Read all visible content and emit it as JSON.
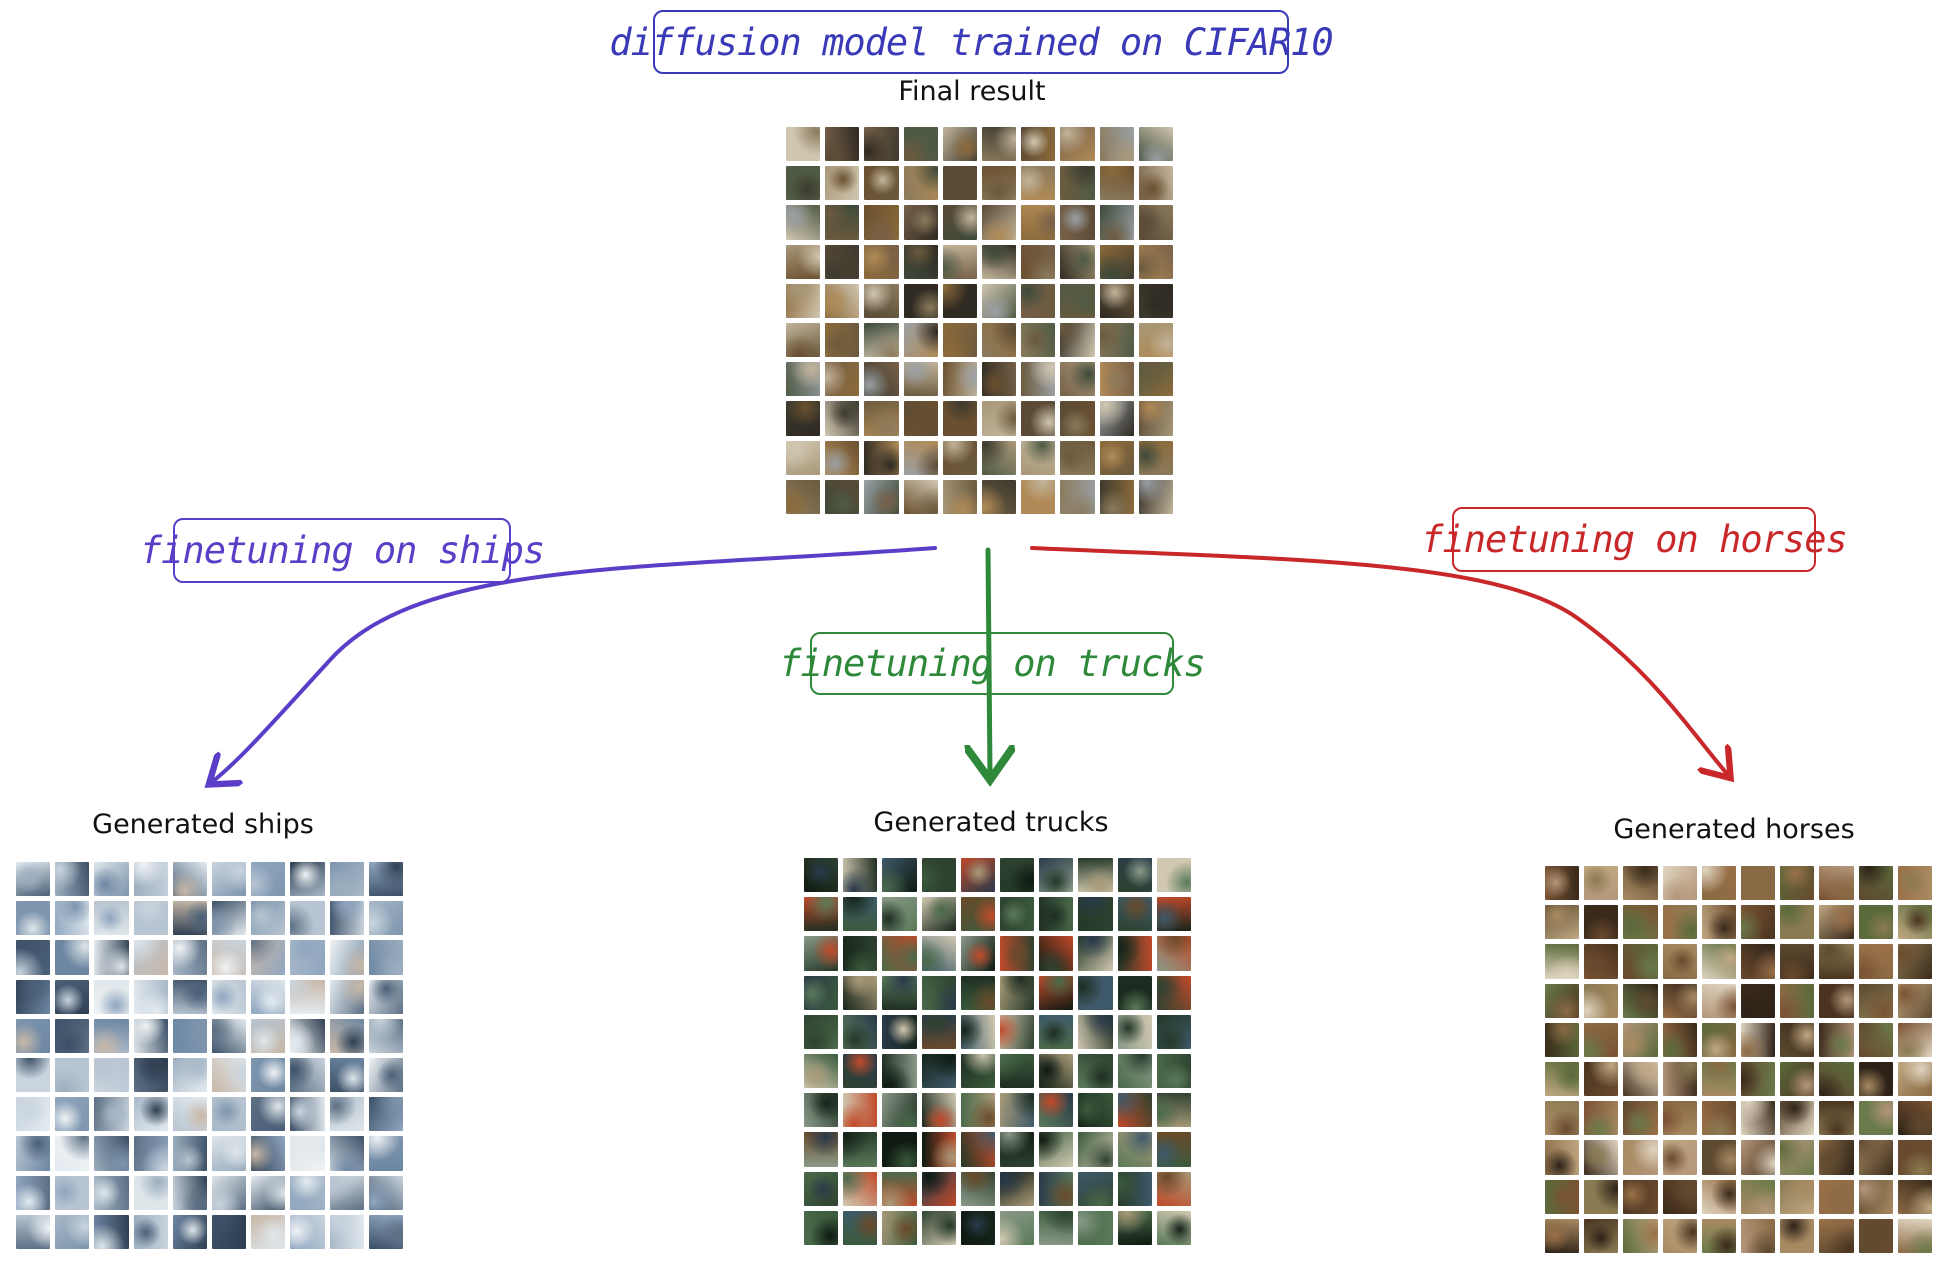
{
  "title": {
    "text": "diffusion model trained on CIFAR10",
    "color": "#3a3ab8"
  },
  "center": {
    "label": "Final result",
    "palette": [
      "#6b5a3e",
      "#8a7a5c",
      "#3d3a2e",
      "#a89878",
      "#4f5a44",
      "#776048",
      "#c2b49a",
      "#2f2a22",
      "#8c6a3a",
      "#5a4a36",
      "#9aa0a4",
      "#b08a56",
      "#3e4a3a",
      "#d0c6b0",
      "#6a5030"
    ]
  },
  "branches": [
    {
      "id": "ships",
      "edge_label": "finetuning on ships",
      "edge_color": "#5a3ec8",
      "grid_label": "Generated ships",
      "palette": [
        "#8fa6c0",
        "#c9d4de",
        "#4a6078",
        "#e4ebf0",
        "#6d87a3",
        "#2f3f52",
        "#a8b8c8",
        "#dfe6ea",
        "#7d95ad",
        "#b7c4d1",
        "#5c6f84",
        "#f0f3f5",
        "#3c5067",
        "#9caebf",
        "#c8b8a8"
      ]
    },
    {
      "id": "trucks",
      "edge_label": "finetuning on trucks",
      "edge_color": "#2e8a3a",
      "grid_label": "Generated trucks",
      "palette": [
        "#1f2e22",
        "#2e4230",
        "#3a5a3c",
        "#16241a",
        "#4a6a4a",
        "#c04a2a",
        "#2a3a4a",
        "#5a7a5a",
        "#a89a78",
        "#0f1a12",
        "#3e5a6a",
        "#d0c8b0",
        "#6a4a2a",
        "#243828",
        "#8a9a88"
      ]
    },
    {
      "id": "horses",
      "edge_label": "finetuning on horses",
      "edge_color": "#c8282a",
      "grid_label": "Generated horses",
      "palette": [
        "#6a4a2e",
        "#8a6a44",
        "#4a3420",
        "#a88a62",
        "#5a6a3a",
        "#7a5232",
        "#3a2a1a",
        "#c0a882",
        "#8a7a52",
        "#2e2218",
        "#9a7048",
        "#b4967a",
        "#5e4a30",
        "#e0d4c0",
        "#6a7a4a"
      ]
    }
  ]
}
